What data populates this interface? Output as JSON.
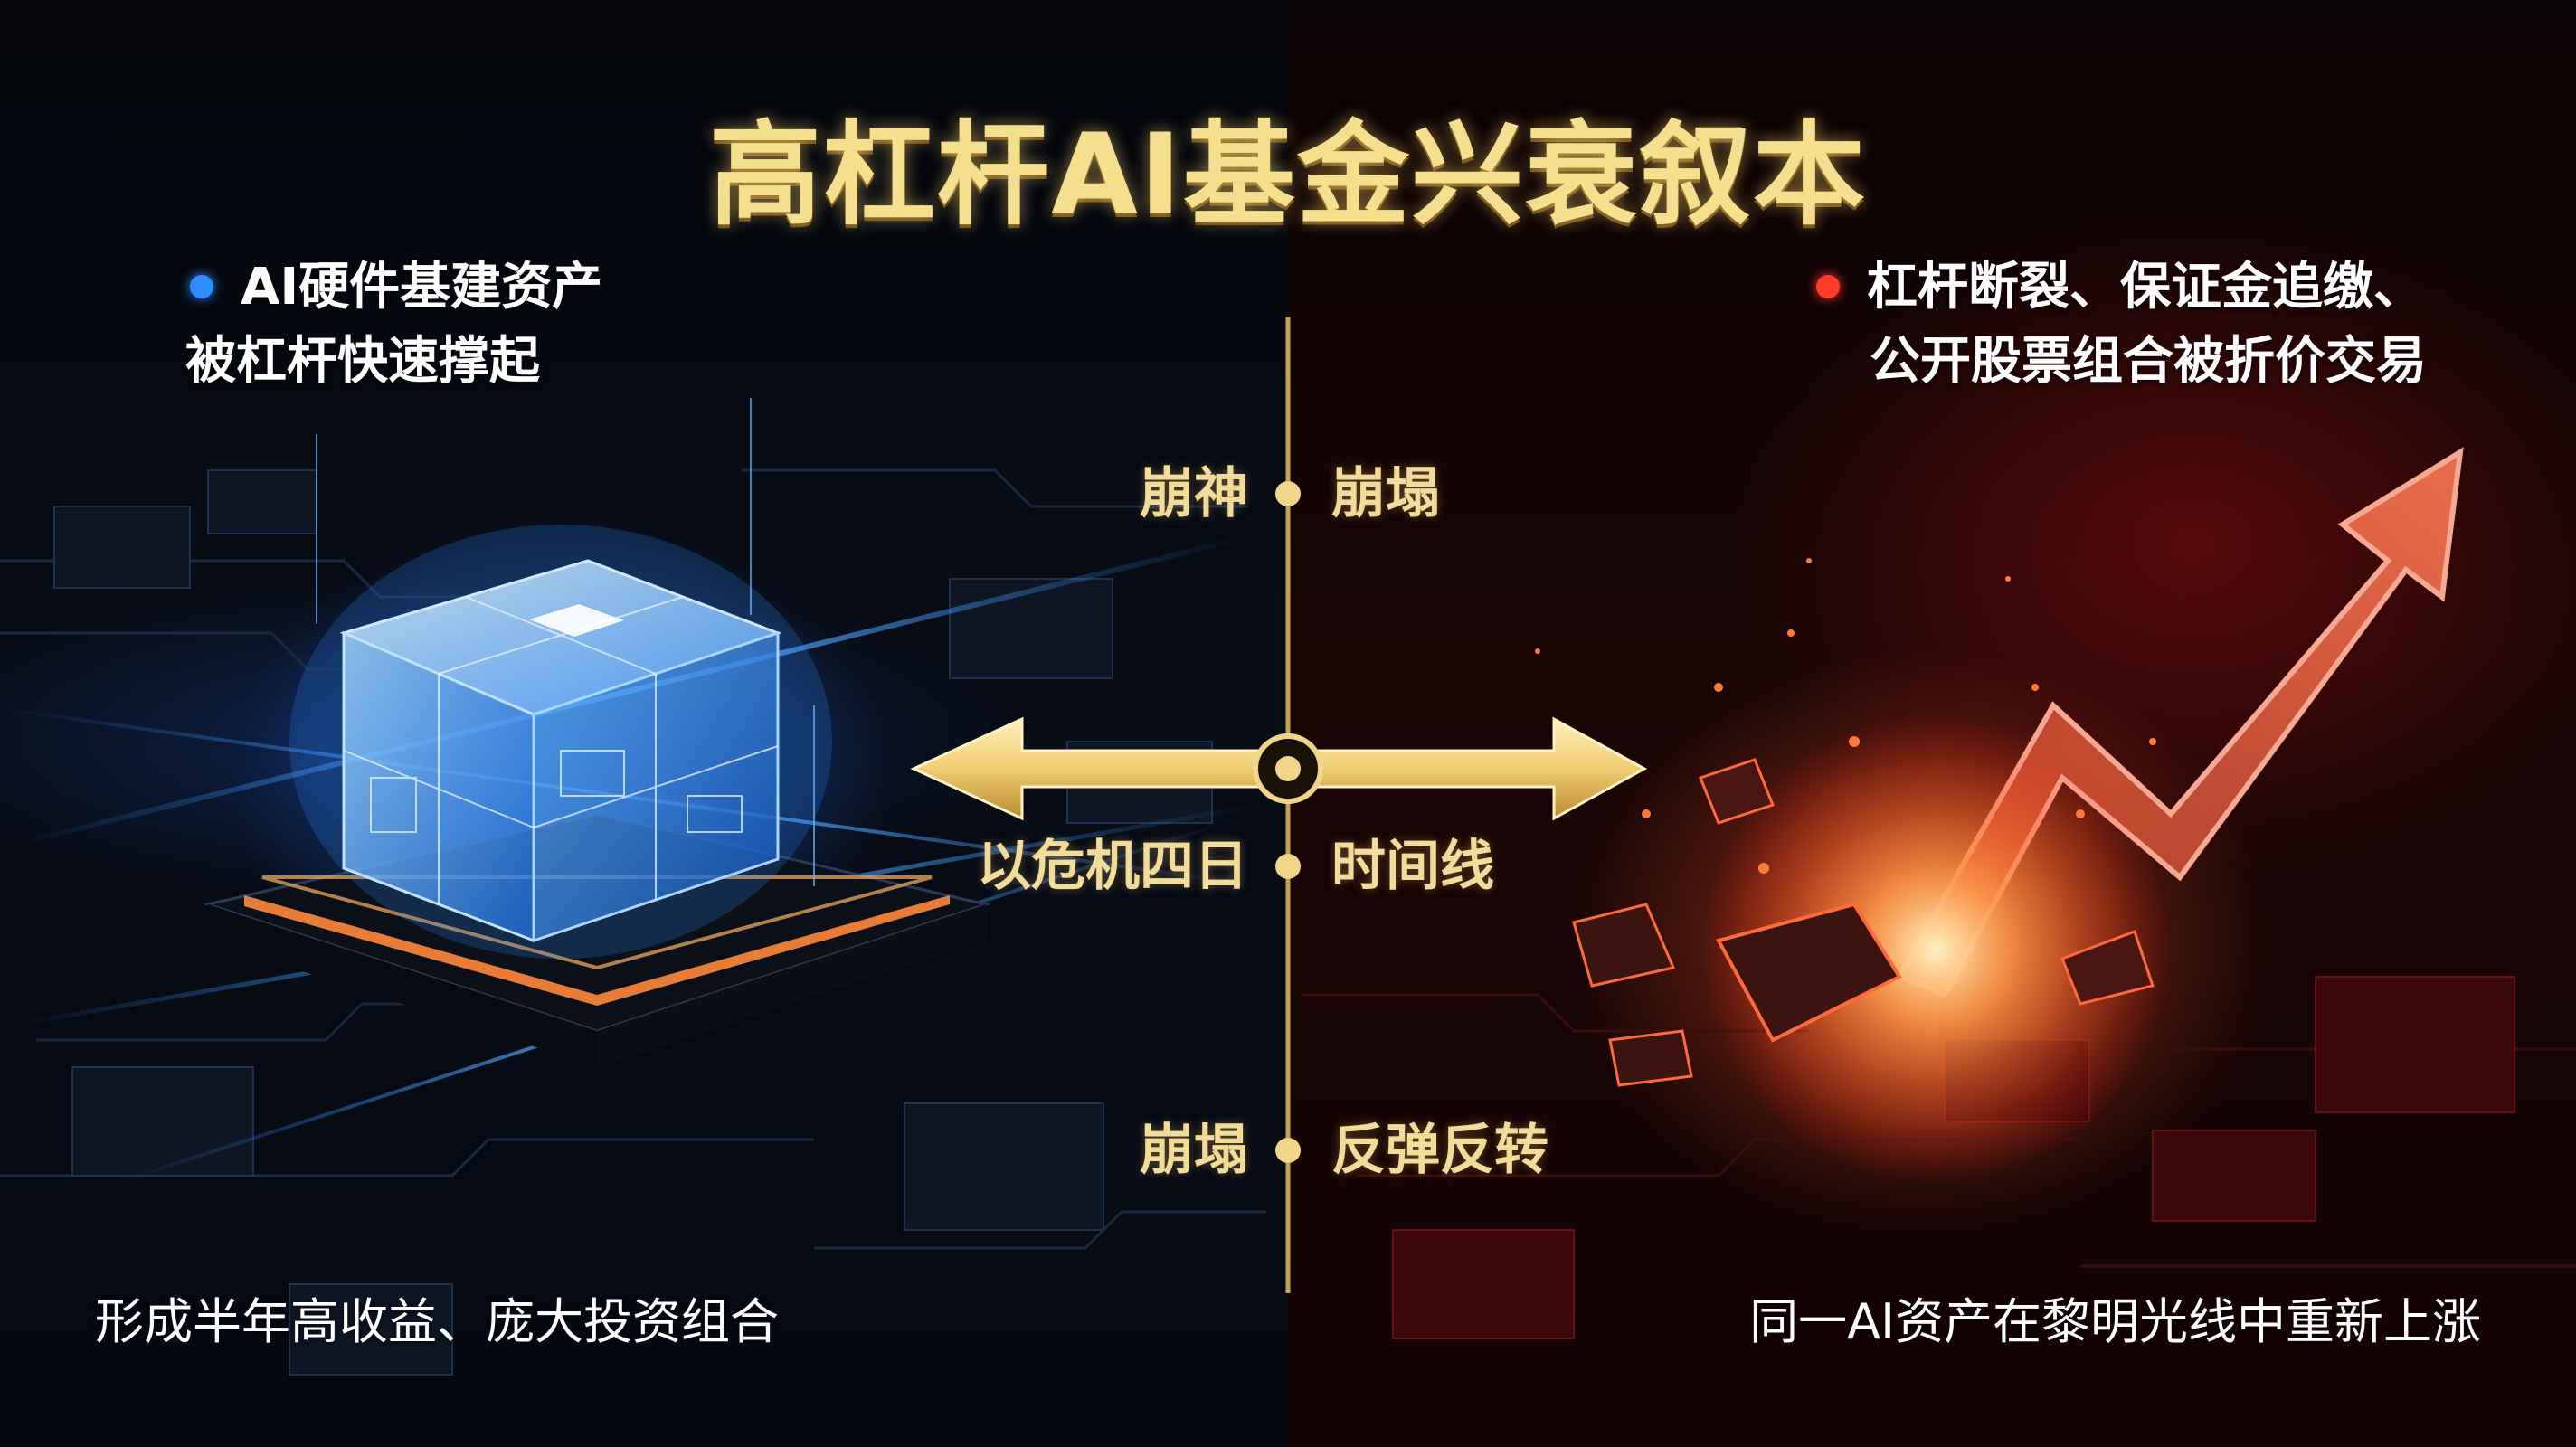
{
  "title": "高杠杆AI基金兴衰叙本",
  "left_panel": {
    "heading": "AI硬件基建资产",
    "subheading": "被杠杆快速撑起",
    "footer": "形成半年高收益、庞大投资组合",
    "accent_color": "#2d8dff",
    "illustration": "glowing-blue-chip-cube"
  },
  "right_panel": {
    "heading": "杠杆断裂、保证金追缴、",
    "subheading": "公开股票组合被折价交易",
    "footer": "同一AI资产在黎明光线中重新上涨",
    "accent_color": "#ff3b2a",
    "illustration": "exploding-red-chip-with-rising-arrow"
  },
  "timeline": {
    "rows": [
      {
        "left": "崩神",
        "right": "崩塌"
      },
      {
        "left": "以危机四日",
        "right": "时间线"
      },
      {
        "left": "崩塌",
        "right": "反弹反转"
      }
    ],
    "line_color": "#d9b25a"
  }
}
